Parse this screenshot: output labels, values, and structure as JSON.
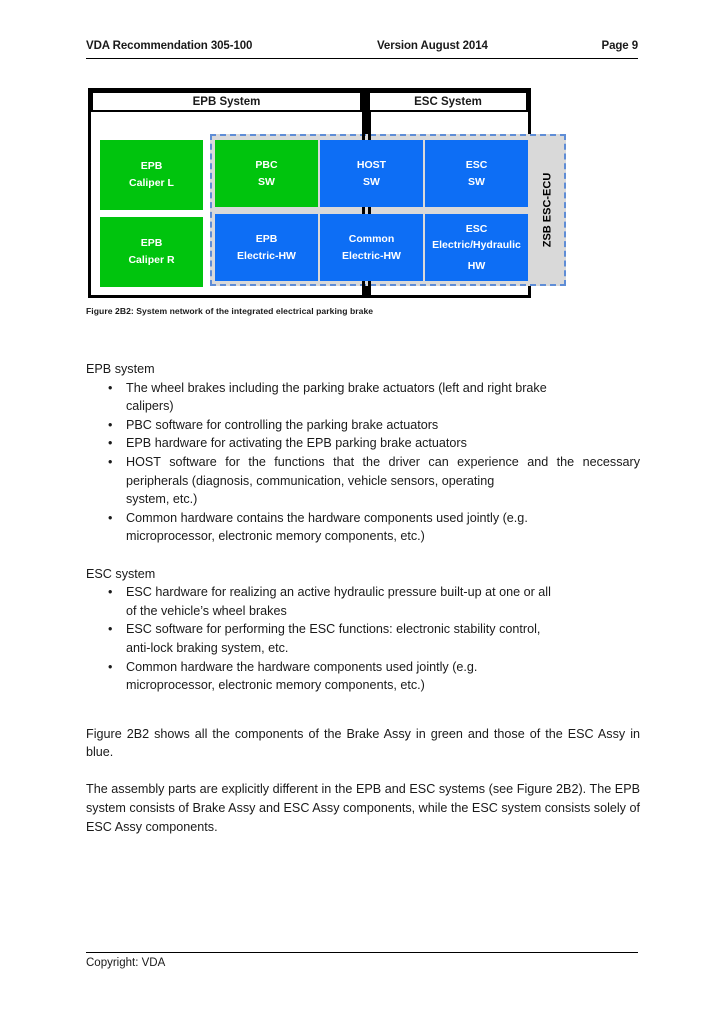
{
  "header": {
    "left": "VDA Recommendation 305-100",
    "center": "Version August 2014",
    "right": "Page 9"
  },
  "figure": {
    "epb_frame_title": "EPB System",
    "esc_frame_title": "ESC System",
    "zsb_label": "ZSB ESC-ECU",
    "colors": {
      "green": "#00c40d",
      "blue": "#0d6ef5",
      "dashed_border": "#5f8dd6",
      "zsb_background": "#d9d9d9"
    },
    "cells": [
      {
        "line1": "EPB",
        "line2": "Caliper L",
        "color": "green"
      },
      {
        "line1": "EPB",
        "line2": "Caliper R",
        "color": "green"
      },
      {
        "line1": "PBC",
        "line2": "SW",
        "color": "green"
      },
      {
        "line1": "HOST",
        "line2": "SW",
        "color": "blue"
      },
      {
        "line1": "ESC",
        "line2": "SW",
        "color": "blue"
      },
      {
        "line1": "EPB",
        "line2": "Electric-HW",
        "color": "blue"
      },
      {
        "line1": "Common",
        "line2": "Electric-HW",
        "color": "blue"
      },
      {
        "line1": "ESC",
        "line2": "Electric/Hydraulic",
        "line3": "HW",
        "color": "blue"
      }
    ],
    "caption": "Figure 2B2: System network of the integrated electrical parking brake"
  },
  "body": {
    "epb_heading": "EPB system",
    "epb_bullets": [
      "The wheel brakes including the parking brake actuators (left and right brake",
      "PBC software for controlling the parking brake actuators",
      "EPB hardware for activating the EPB parking brake actuators",
      "HOST software for the functions that the driver can experience and the necessary peripherals (diagnosis, communication, vehicle sensors, operating",
      "Common hardware contains the hardware components used jointly (e.g."
    ],
    "epb_bullet_1_main": "The wheel brakes including the parking brake actuators (left and right brake",
    "epb_bullet_1_tail": "calipers)",
    "epb_bullet_2": "PBC software for controlling the parking brake actuators",
    "epb_bullet_3": "EPB hardware for activating the EPB parking brake actuators",
    "epb_bullet_4_main": "HOST software for the functions that the driver can experience and the necessary peripherals (diagnosis, communication, vehicle sensors, operating",
    "epb_bullet_4_tail": "system, etc.)",
    "epb_bullet_5_main": "Common hardware contains the hardware components used jointly (e.g.",
    "epb_bullet_5_tail": "microprocessor, electronic memory components, etc.)",
    "esc_heading": "ESC system",
    "esc_bullet_1_main": "ESC hardware for realizing an active hydraulic pressure built-up at one or all",
    "esc_bullet_1_tail": "of the vehicle’s wheel brakes",
    "esc_bullet_2_main": "ESC software for performing the ESC functions: electronic stability control,",
    "esc_bullet_2_tail": "anti-lock braking system, etc.",
    "esc_bullet_3_main": "Common hardware the hardware components used jointly (e.g.",
    "esc_bullet_3_tail": "microprocessor, electronic memory components, etc.)",
    "para_1": "Figure 2B2 shows all the components of the Brake Assy in green and those of the ESC Assy in blue.",
    "para_2": "The assembly parts are explicitly different in the EPB and ESC systems (see Figure 2B2). The EPB system consists of Brake Assy and ESC Assy components, while the ESC system consists solely of ESC Assy components."
  },
  "footer": {
    "copyright": "Copyright: VDA"
  }
}
